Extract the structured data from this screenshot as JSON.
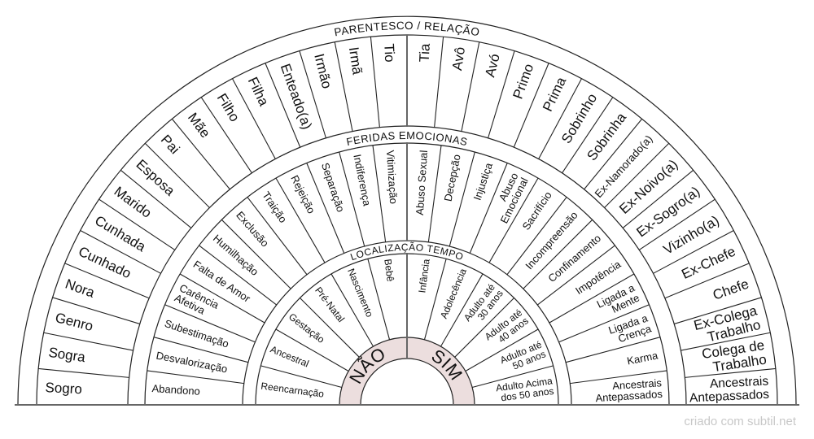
{
  "parentesco": {
    "title": "PARENTESCO / RELAÇÃO",
    "items": [
      [
        "Sogro"
      ],
      [
        "Sogra"
      ],
      [
        "Genro"
      ],
      [
        "Nora"
      ],
      [
        "Cunhado"
      ],
      [
        "Cunhada"
      ],
      [
        "Marido"
      ],
      [
        "Esposa"
      ],
      [
        "Pai"
      ],
      [
        "Mãe"
      ],
      [
        "Filho"
      ],
      [
        "Filha"
      ],
      [
        "Enteado(a)"
      ],
      [
        "Irmão"
      ],
      [
        "Irmã"
      ],
      [
        "Tio"
      ],
      [
        "Tia"
      ],
      [
        "Avô"
      ],
      [
        "Avó"
      ],
      [
        "Primo"
      ],
      [
        "Prima"
      ],
      [
        "Sobrinho"
      ],
      [
        "Sobrinha"
      ],
      [
        "Ex-Namorado(a)"
      ],
      [
        "Ex-Noivo(a)"
      ],
      [
        "Ex-Sogro(a)"
      ],
      [
        "Vizinho(a)"
      ],
      [
        "Ex-Chefe"
      ],
      [
        "Chefe"
      ],
      [
        "Ex-Colega",
        "Trabalho"
      ],
      [
        "Colega de",
        "Trabalho"
      ],
      [
        "Ancestrais",
        "Antepassados"
      ]
    ]
  },
  "feridas": {
    "title": "FERIDAS EMOCIONAS",
    "items": [
      [
        "Abandono"
      ],
      [
        "Desvalorização"
      ],
      [
        "Subestimação"
      ],
      [
        "Carência",
        "Afetiva"
      ],
      [
        "Falta de Amor"
      ],
      [
        "Humilhação"
      ],
      [
        "Exclusão"
      ],
      [
        "Traição"
      ],
      [
        "Rejeição"
      ],
      [
        "Separação"
      ],
      [
        "Indiferença"
      ],
      [
        "Vitimização"
      ],
      [
        "Abuso Sexual"
      ],
      [
        "Decepção"
      ],
      [
        "Injustiça"
      ],
      [
        "Abuso",
        "Emocional"
      ],
      [
        "Sacrifício"
      ],
      [
        "Incompreensão"
      ],
      [
        "Confinamento"
      ],
      [
        "Impotência"
      ],
      [
        "Ligada a",
        "Mente"
      ],
      [
        "Ligada a",
        "Crença"
      ],
      [
        "Karma"
      ],
      [
        "Ancestrais",
        "Antepassados"
      ]
    ]
  },
  "localizacao": {
    "title": "LOCALIZAÇÃO TEMPO",
    "items": [
      [
        "Reencarnação"
      ],
      [
        "Ancestral"
      ],
      [
        "Gestação"
      ],
      [
        "Pré-Natal"
      ],
      [
        "Nascimento"
      ],
      [
        "Bebê"
      ],
      [
        "Infância"
      ],
      [
        "Adolecência"
      ],
      [
        "Adulto até",
        "30 anos"
      ],
      [
        "Adulto até",
        "40 anos"
      ],
      [
        "Adulto até",
        "50 anos"
      ],
      [
        "Adulto Acima",
        "dos 50 anos"
      ]
    ]
  },
  "answer": {
    "no": "NÃO",
    "yes": "SIM"
  },
  "colors": {
    "answer_ring": "#ecdede",
    "divider_center": "#666666",
    "credit": "#c8c8c8"
  },
  "credit": "criado com subtil.net"
}
